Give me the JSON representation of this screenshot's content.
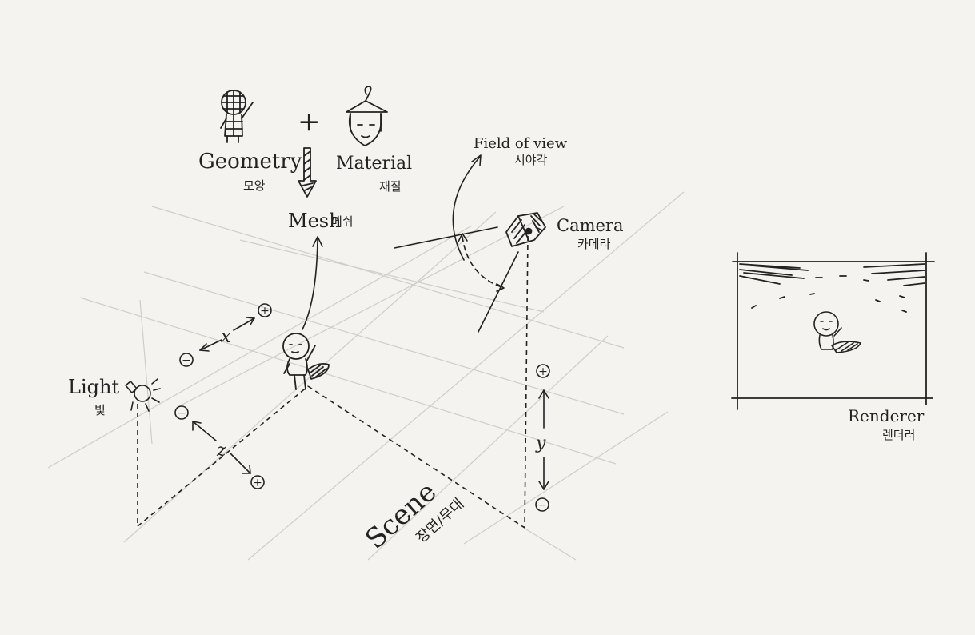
{
  "labels": {
    "geometry": "Geometry",
    "geometry_ko": "모양",
    "plus": "+",
    "material": "Material",
    "material_ko": "재질",
    "mesh": "Mesh",
    "mesh_ko": "메쉬",
    "field_of_view": "Field of view",
    "field_of_view_ko": "시야각",
    "camera": "Camera",
    "camera_ko": "카메라",
    "light": "Light",
    "light_ko": "빛",
    "scene": "Scene",
    "scene_ko": "장면/무대",
    "renderer": "Renderer",
    "renderer_ko": "렌더러",
    "axis_x": "x",
    "axis_y": "y",
    "axis_z": "z",
    "plus_sign": "+",
    "minus_sign": "−"
  }
}
